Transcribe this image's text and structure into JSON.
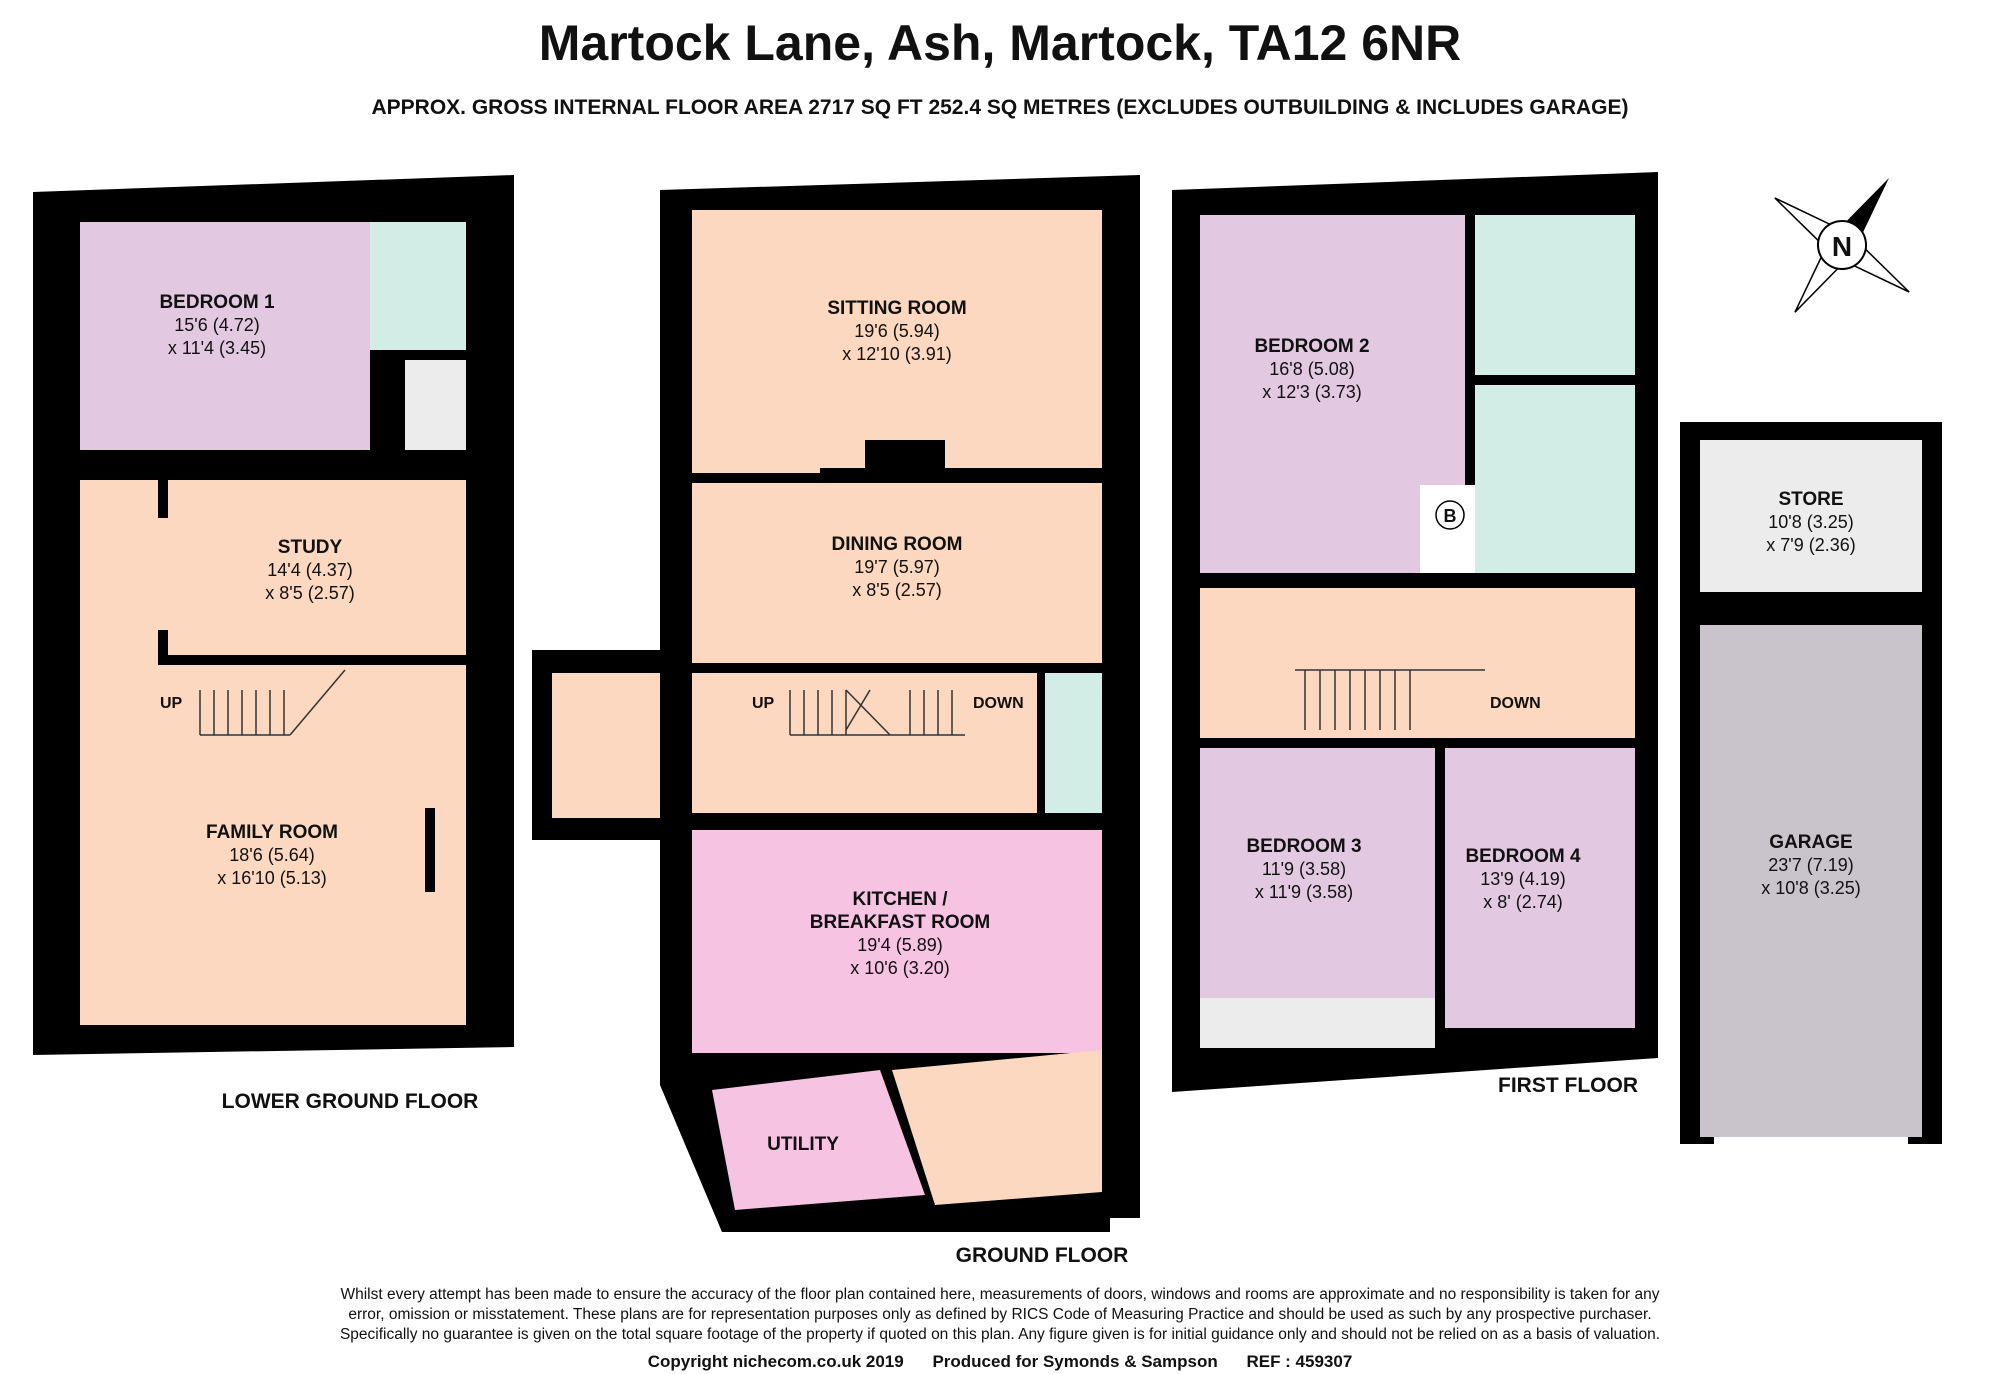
{
  "header": {
    "title": "Martock Lane, Ash, Martock, TA12 6NR",
    "subtitle": "APPROX. GROSS INTERNAL FLOOR AREA 2717 SQ FT 252.4 SQ METRES (EXCLUDES OUTBUILDING & INCLUDES GARAGE)"
  },
  "compass": {
    "label": "N"
  },
  "floors": {
    "lower_ground": {
      "label": "LOWER GROUND FLOOR",
      "rooms": {
        "bedroom1": {
          "name": "BEDROOM 1",
          "dim1": "15'6 (4.72)",
          "dim2": "x 11'4 (3.45)"
        },
        "study": {
          "name": "STUDY",
          "dim1": "14'4 (4.37)",
          "dim2": "x 8'5 (2.57)"
        },
        "family": {
          "name": "FAMILY ROOM",
          "dim1": "18'6 (5.64)",
          "dim2": "x 16'10 (5.13)"
        }
      },
      "stairs": {
        "up": "UP"
      }
    },
    "ground": {
      "label": "GROUND FLOOR",
      "rooms": {
        "sitting": {
          "name": "SITTING ROOM",
          "dim1": "19'6 (5.94)",
          "dim2": "x 12'10 (3.91)"
        },
        "dining": {
          "name": "DINING ROOM",
          "dim1": "19'7 (5.97)",
          "dim2": "x 8'5 (2.57)"
        },
        "kitchen": {
          "name1": "KITCHEN /",
          "name2": "BREAKFAST ROOM",
          "dim1": "19'4 (5.89)",
          "dim2": "x 10'6 (3.20)"
        },
        "utility": {
          "name": "UTILITY"
        }
      },
      "stairs": {
        "up": "UP",
        "down": "DOWN"
      }
    },
    "first": {
      "label": "FIRST FLOOR",
      "rooms": {
        "bedroom2": {
          "name": "BEDROOM 2",
          "dim1": "16'8 (5.08)",
          "dim2": "x 12'3 (3.73)"
        },
        "bedroom3": {
          "name": "BEDROOM 3",
          "dim1": "11'9 (3.58)",
          "dim2": "x 11'9 (3.58)"
        },
        "bedroom4": {
          "name": "BEDROOM 4",
          "dim1": "13'9 (4.19)",
          "dim2": "x 8' (2.74)"
        },
        "boiler": {
          "name": "B"
        }
      },
      "stairs": {
        "down": "DOWN"
      }
    },
    "outbuilding": {
      "rooms": {
        "store": {
          "name": "STORE",
          "dim1": "10'8 (3.25)",
          "dim2": "x 7'9 (2.36)"
        },
        "garage": {
          "name": "GARAGE",
          "dim1": "23'7 (7.19)",
          "dim2": "x 10'8 (3.25)"
        }
      }
    }
  },
  "colors": {
    "wall": "#000000",
    "bedroom": "#e2c9e1",
    "living": "#fbd8bf",
    "bathroom": "#d2ece6",
    "kitchen": "#f7c3e3",
    "store": "#ececec",
    "garage": "#c9c3cc"
  },
  "disclaimer": [
    "Whilst every attempt has been made to ensure the accuracy of the floor plan contained here, measurements of doors, windows and rooms are approximate and no responsibility is taken for any",
    "error, omission or misstatement. These plans are for representation purposes only as defined by RICS Code of Measuring Practice and should be used as such by any prospective purchaser.",
    "Specifically no guarantee is given on the total square footage of the property if quoted on this plan. Any figure given is for initial guidance only and should not be relied on as a basis of valuation."
  ],
  "footer": {
    "copyright": "Copyright nichecom.co.uk 2019",
    "produced": "Produced for Symonds & Sampson",
    "ref": "REF : 459307"
  }
}
